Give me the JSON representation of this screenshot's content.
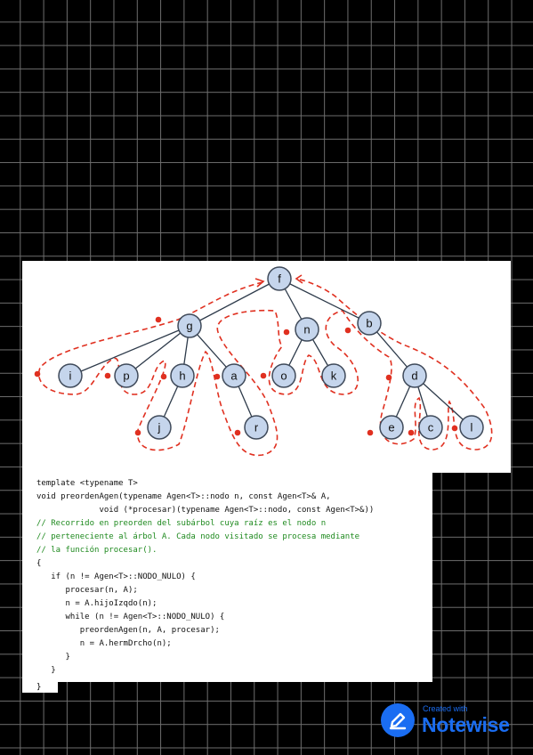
{
  "tree": {
    "nodes": [
      "f",
      "g",
      "n",
      "b",
      "i",
      "p",
      "h",
      "a",
      "o",
      "k",
      "d",
      "j",
      "r",
      "e",
      "c",
      "l"
    ],
    "edges": [
      [
        "f",
        "g"
      ],
      [
        "f",
        "n"
      ],
      [
        "f",
        "b"
      ],
      [
        "g",
        "i"
      ],
      [
        "g",
        "p"
      ],
      [
        "g",
        "h"
      ],
      [
        "g",
        "a"
      ],
      [
        "n",
        "o"
      ],
      [
        "n",
        "k"
      ],
      [
        "b",
        "d"
      ],
      [
        "h",
        "j"
      ],
      [
        "a",
        "r"
      ],
      [
        "d",
        "e"
      ],
      [
        "d",
        "c"
      ],
      [
        "d",
        "l"
      ]
    ],
    "node_fill": "#c5d5ec",
    "node_stroke": "#3f4a5a",
    "traversal_color": "#e03020"
  },
  "code": {
    "lines": [
      "template <typename T>",
      "void preordenAgen(typename Agen<T>::nodo n, const Agen<T>& A,",
      "             void (*procesar)(typename Agen<T>::nodo, const Agen<T>&))",
      "// Recorrido en preorden del subárbol cuya raíz es el nodo n",
      "// perteneciente al árbol A. Cada nodo visitado se procesa mediante",
      "// la función procesar().",
      "{",
      "   if (n != Agen<T>::NODO_NULO) {",
      "      procesar(n, A);",
      "      n = A.hijoIzqdo(n);",
      "      while (n != Agen<T>::NODO_NULO) {",
      "         preordenAgen(n, A, procesar);",
      "         n = A.hermDrcho(n);",
      "      }",
      "   }"
    ],
    "last_line": "}",
    "comment_color": "#1f8a1f"
  },
  "watermark": {
    "small": "Created with",
    "big": "Notewise",
    "color": "#1a6df2"
  }
}
